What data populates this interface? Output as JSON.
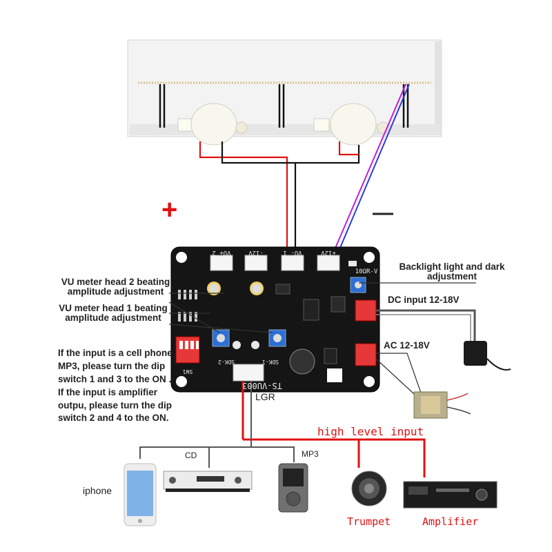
{
  "signs": {
    "plus": "+",
    "minus": "—"
  },
  "board": {
    "model": "TS-VU003",
    "connectors": [
      "VU+ 2",
      "-12V",
      "VU- 1",
      "+12V"
    ],
    "resistor_label": "10ΩR-V",
    "input_connector_label": "LGR",
    "dip_label": "SW1",
    "pot_labels": [
      "SDK-2",
      "SDK-1"
    ]
  },
  "labels": {
    "backlight": "Backlight light and dark adjustment",
    "dc_input": "DC input 12-18V",
    "ac_input": "AC 12-18V",
    "vu2": "VU meter head 2 beating amplitude adjustment",
    "vu1": "VU meter head 1 beating amplitude adjustment",
    "input_note": "If the input is a cell phone, MP3, please turn the dip switch 1 and 3 to the ON . If the input is amplifier outpu, please turn the dip switch 2 and 4 to the ON.",
    "lgr": "LGR",
    "high_level": "high level input",
    "cd": "CD",
    "mp3": "MP3",
    "iphone": "iphone",
    "trumpet": "Trumpet",
    "amplifier": "Amplifier"
  },
  "colors": {
    "board": "#151515",
    "wire_red": "#e01010",
    "wire_purple": "#c21fd6",
    "wire_blue": "#2a3bd8",
    "wire_gray": "#555555"
  }
}
